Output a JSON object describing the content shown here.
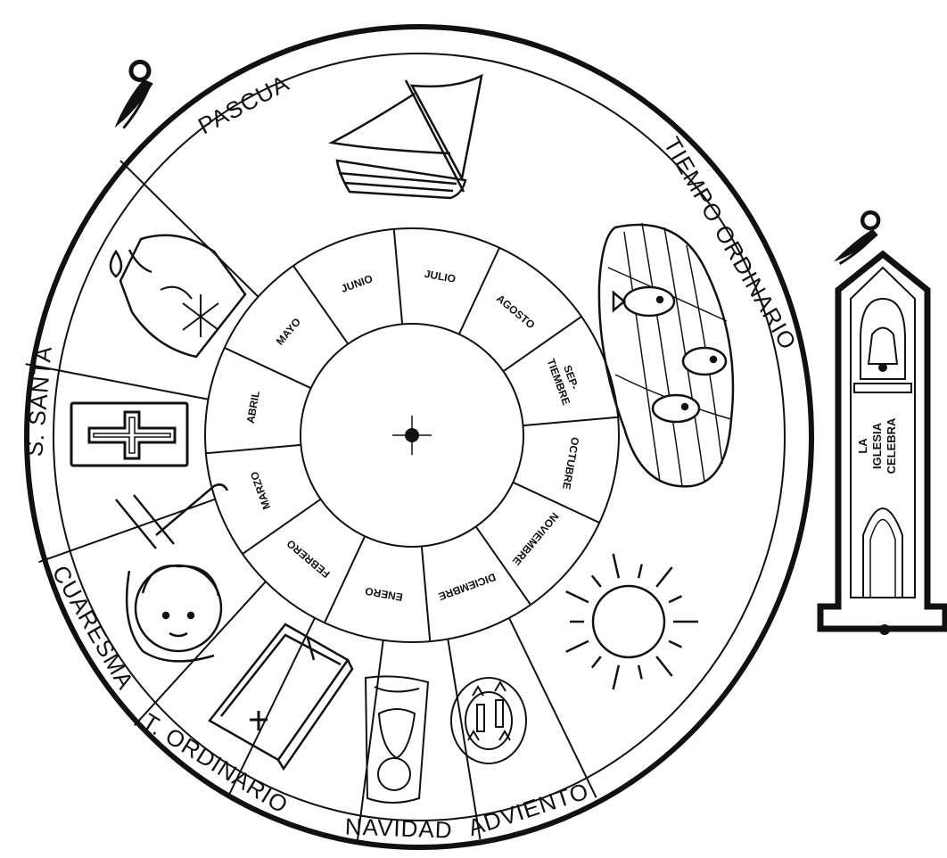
{
  "title": "",
  "seasons": [
    {
      "id": "pascua",
      "label": "PASCUA"
    },
    {
      "id": "s-santa",
      "label": "S. SANTA"
    },
    {
      "id": "cuaresma",
      "label": "CUARESMA"
    },
    {
      "id": "t-ordinario",
      "label": "T. ORDINARIO"
    },
    {
      "id": "navidad",
      "label": "NAVIDAD"
    },
    {
      "id": "adviento",
      "label": "ADVIENTO"
    },
    {
      "id": "tiempo-ordinario",
      "label": "TIEMPO ORDINARIO"
    }
  ],
  "months": [
    {
      "id": "enero",
      "label": "ENERO"
    },
    {
      "id": "febrero",
      "label": "FEBRERO"
    },
    {
      "id": "marzo",
      "label": "MARZO"
    },
    {
      "id": "abril",
      "label": "ABRIL"
    },
    {
      "id": "mayo",
      "label": "MAYO"
    },
    {
      "id": "junio",
      "label": "JUNIO"
    },
    {
      "id": "julio",
      "label": "JULIO"
    },
    {
      "id": "agosto",
      "label": "AGOSTO"
    },
    {
      "id": "septiembre",
      "line1": "SEP-",
      "line2": "TIEMBRE"
    },
    {
      "id": "octubre",
      "label": "OCTUBRE"
    },
    {
      "id": "noviembre",
      "label": "NOVIEMBRE"
    },
    {
      "id": "diciembre",
      "label": "DICIEMBRE"
    }
  ],
  "bookmark": {
    "line1": "LA",
    "line2": "IGLESIA",
    "line3": "CELEBRA"
  },
  "icons": [
    "sailboat-icon",
    "fish-net-icon",
    "sun-icon",
    "advent-wreath-icon",
    "nativity-baby-icon",
    "bible-icon",
    "praying-child-icon",
    "cross-icon",
    "paschal-candle-icon",
    "scissors-icon",
    "bell-icon",
    "center-pin-icon"
  ],
  "colors": {
    "ink": "#111111",
    "paper": "#ffffff"
  }
}
